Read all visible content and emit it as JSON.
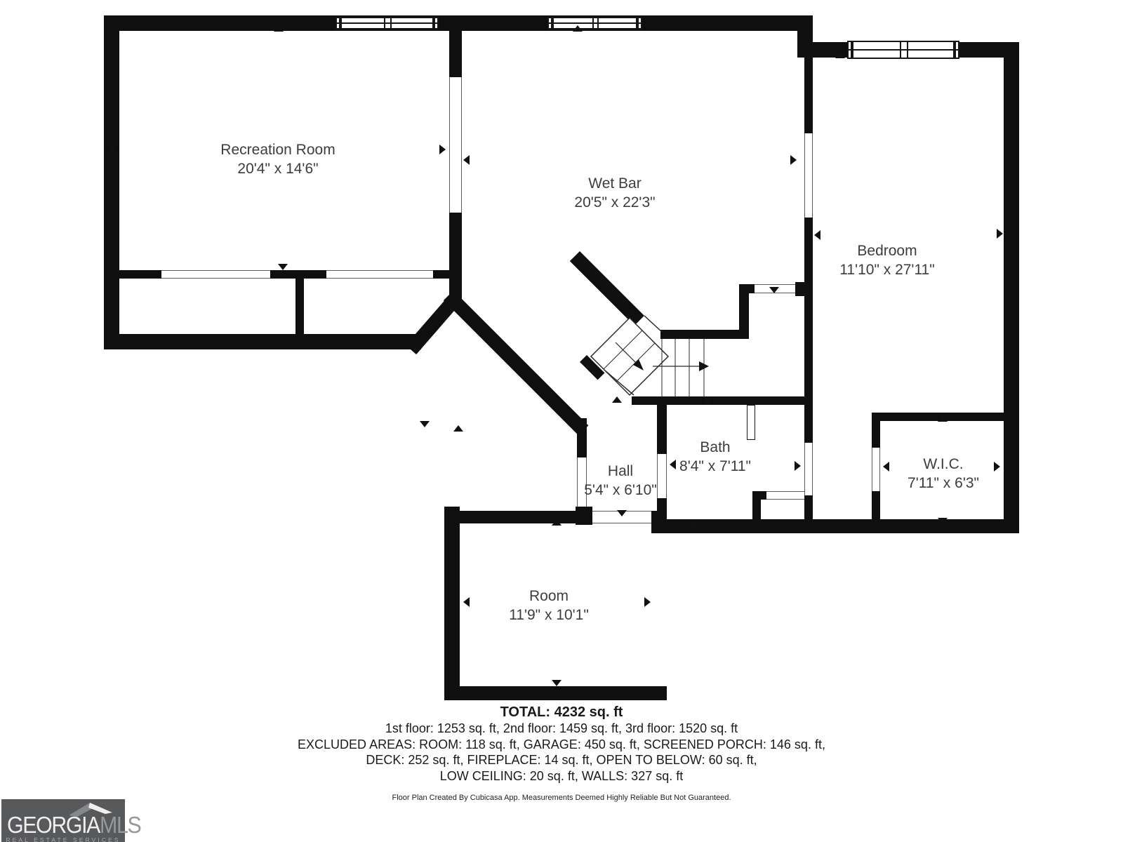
{
  "rooms": {
    "recreation": {
      "name": "Recreation Room",
      "dims": "20'4\" x 14'6\""
    },
    "wetbar": {
      "name": "Wet Bar",
      "dims": "20'5\" x 22'3\""
    },
    "bedroom": {
      "name": "Bedroom",
      "dims": "11'10\" x 27'11\""
    },
    "hall": {
      "name": "Hall",
      "dims": "5'4\" x 6'10\""
    },
    "bath": {
      "name": "Bath",
      "dims": "8'4\" x 7'11\""
    },
    "wic": {
      "name": "W.I.C.",
      "dims": "7'11\" x 6'3\""
    },
    "room": {
      "name": "Room",
      "dims": "11'9\" x 10'1\""
    }
  },
  "summary": {
    "total": "TOTAL: 4232 sq. ft",
    "line1": "1st floor: 1253 sq. ft, 2nd floor: 1459 sq. ft, 3rd floor: 1520 sq. ft",
    "line2": "EXCLUDED AREAS: ROOM: 118 sq. ft, GARAGE: 450 sq. ft, SCREENED PORCH: 146 sq. ft,",
    "line3": "DECK: 252 sq. ft, FIREPLACE: 14 sq. ft, OPEN TO BELOW: 60 sq. ft,",
    "line4": "LOW CEILING: 20 sq. ft, WALLS: 327 sq. ft",
    "disclaimer": "Floor Plan Created By Cubicasa App. Measurements Deemed Highly Reliable But Not Guaranteed."
  },
  "logo": {
    "brand_primary": "GEORGIA",
    "brand_secondary": "MLS",
    "tagline": "REAL ESTATE SERVICES",
    "background": "#58595B"
  },
  "colors": {
    "wall": "#0f0f0f",
    "floor": "#ffffff",
    "label_text": "#3d3d3d"
  }
}
